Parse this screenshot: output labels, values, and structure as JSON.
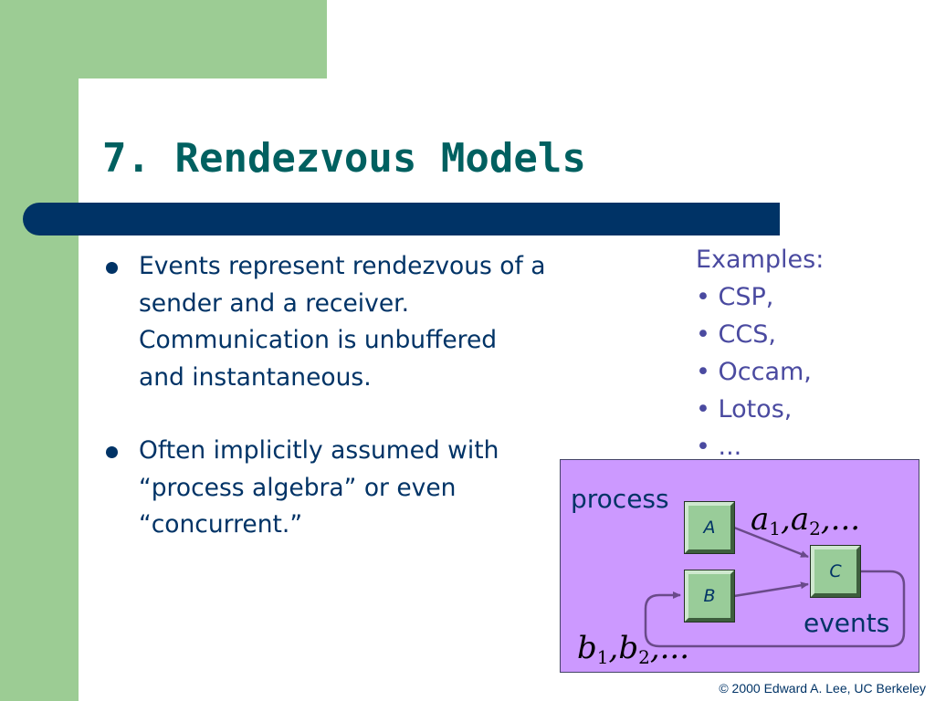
{
  "slide": {
    "title": "7. Rendezvous Models",
    "bullets": [
      "Events represent rendezvous of a sender and a receiver. Communication is unbuffered and instantaneous.",
      "Often implicitly assumed with “process algebra” or even “concurrent.”"
    ],
    "examples": {
      "heading": "Examples:",
      "items": [
        "• CSP,",
        "• CCS,",
        "• Occam,",
        "• Lotos,",
        "• ..."
      ]
    },
    "diagram": {
      "process_label": "process",
      "events_label": "events",
      "box_a": "A",
      "box_b": "B",
      "box_c": "C",
      "seq_a": {
        "v1": "a",
        "s1": "1",
        "sep": ",",
        "v2": "a",
        "s2": "2",
        "tail": ",..."
      },
      "seq_b": {
        "v1": "b",
        "s1": "1",
        "sep": ",",
        "v2": "b",
        "s2": "2",
        "tail": ",..."
      }
    },
    "footer": "© 2000 Edward A. Lee, UC Berkeley",
    "colors": {
      "green_frame": "#9ccc94",
      "title_teal": "#006060",
      "title_bar_navy": "#003366",
      "body_text": "#003366",
      "examples_text": "#4a4aa0",
      "diagram_bg": "#cc99ff",
      "box_green": "#99cc99",
      "arrow": "#6a4a8a"
    }
  }
}
